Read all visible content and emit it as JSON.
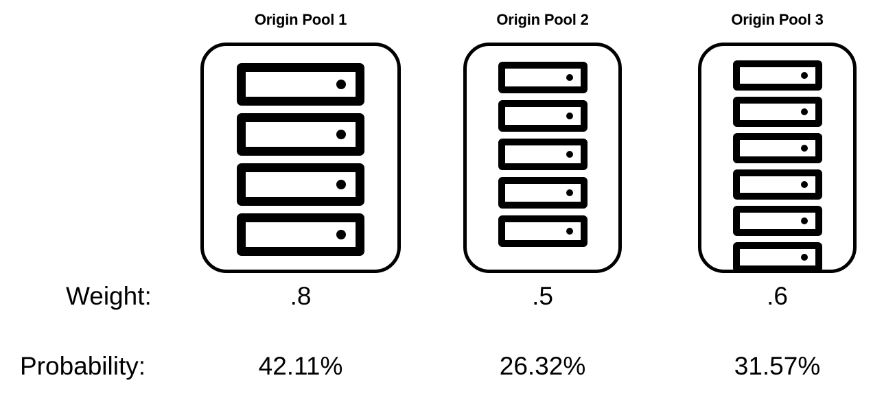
{
  "rows": {
    "weight_label": "Weight:",
    "probability_label": "Probability:"
  },
  "pools": [
    {
      "title": "Origin Pool 1",
      "server_count": 4,
      "weight": ".8",
      "probability": "42.11%"
    },
    {
      "title": "Origin Pool 2",
      "server_count": 5,
      "weight": ".5",
      "probability": "26.32%"
    },
    {
      "title": "Origin Pool 3",
      "server_count": 6,
      "weight": ".6",
      "probability": "31.57%"
    }
  ],
  "icons": {
    "server": "server-icon",
    "status_dot": "status-dot-icon"
  },
  "colors": {
    "stroke": "#000000",
    "background": "#ffffff"
  }
}
